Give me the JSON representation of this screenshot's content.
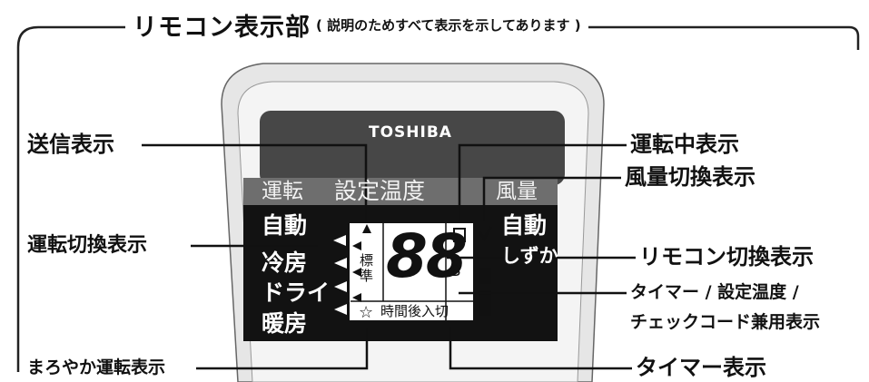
{
  "title": {
    "main": "リモコン表示部",
    "note": "( 説明のためすべて表示を示してあります )"
  },
  "remote": {
    "brand": "TOSHIBA",
    "header": {
      "mode": "運転",
      "temp": "設定温度",
      "fan": "風量"
    },
    "mode_options": [
      "自動",
      "冷房",
      "ドライ",
      "暖房"
    ],
    "fan_options": [
      "自動",
      "しずか"
    ],
    "lcd": {
      "digits": "88",
      "standard_char_1": "標",
      "standard_char_2": "準",
      "timer_row": "時間後入切",
      "code_letter": "B"
    }
  },
  "callouts": {
    "left": [
      "送信表示",
      "運転切換表示",
      "まろやか運転表示"
    ],
    "right": [
      "運転中表示",
      "風量切換表示",
      "リモコン切換表示",
      "タイマー / 設定温度 /",
      "チェックコード兼用表示",
      "タイマー表示"
    ]
  }
}
